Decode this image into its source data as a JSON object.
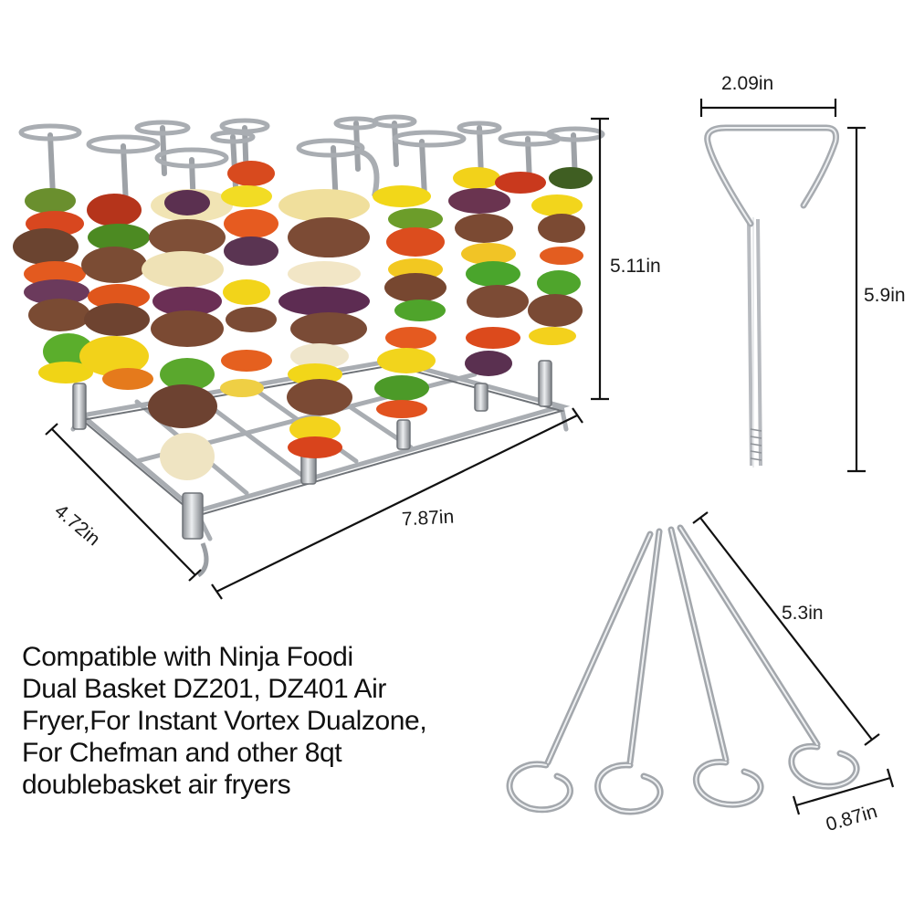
{
  "dimensions": {
    "rack_length": "7.87in",
    "rack_width": "4.72in",
    "rack_height": "5.11in",
    "handle_width": "2.09in",
    "skewer_length": "5.9in",
    "short_skewer_length": "5.3in",
    "ring_diameter": "0.87in"
  },
  "compatibility_lines": [
    "Compatible with Ninja Foodi",
    "Dual Basket DZ201, DZ401 Air",
    "Fryer,For Instant Vortex Dualzone,",
    "For Chefman and other 8qt",
    "doublebasket air fryers"
  ],
  "colors": {
    "steel": "#b9bcc0",
    "steel_dark": "#7d8186",
    "line": "#111111"
  }
}
